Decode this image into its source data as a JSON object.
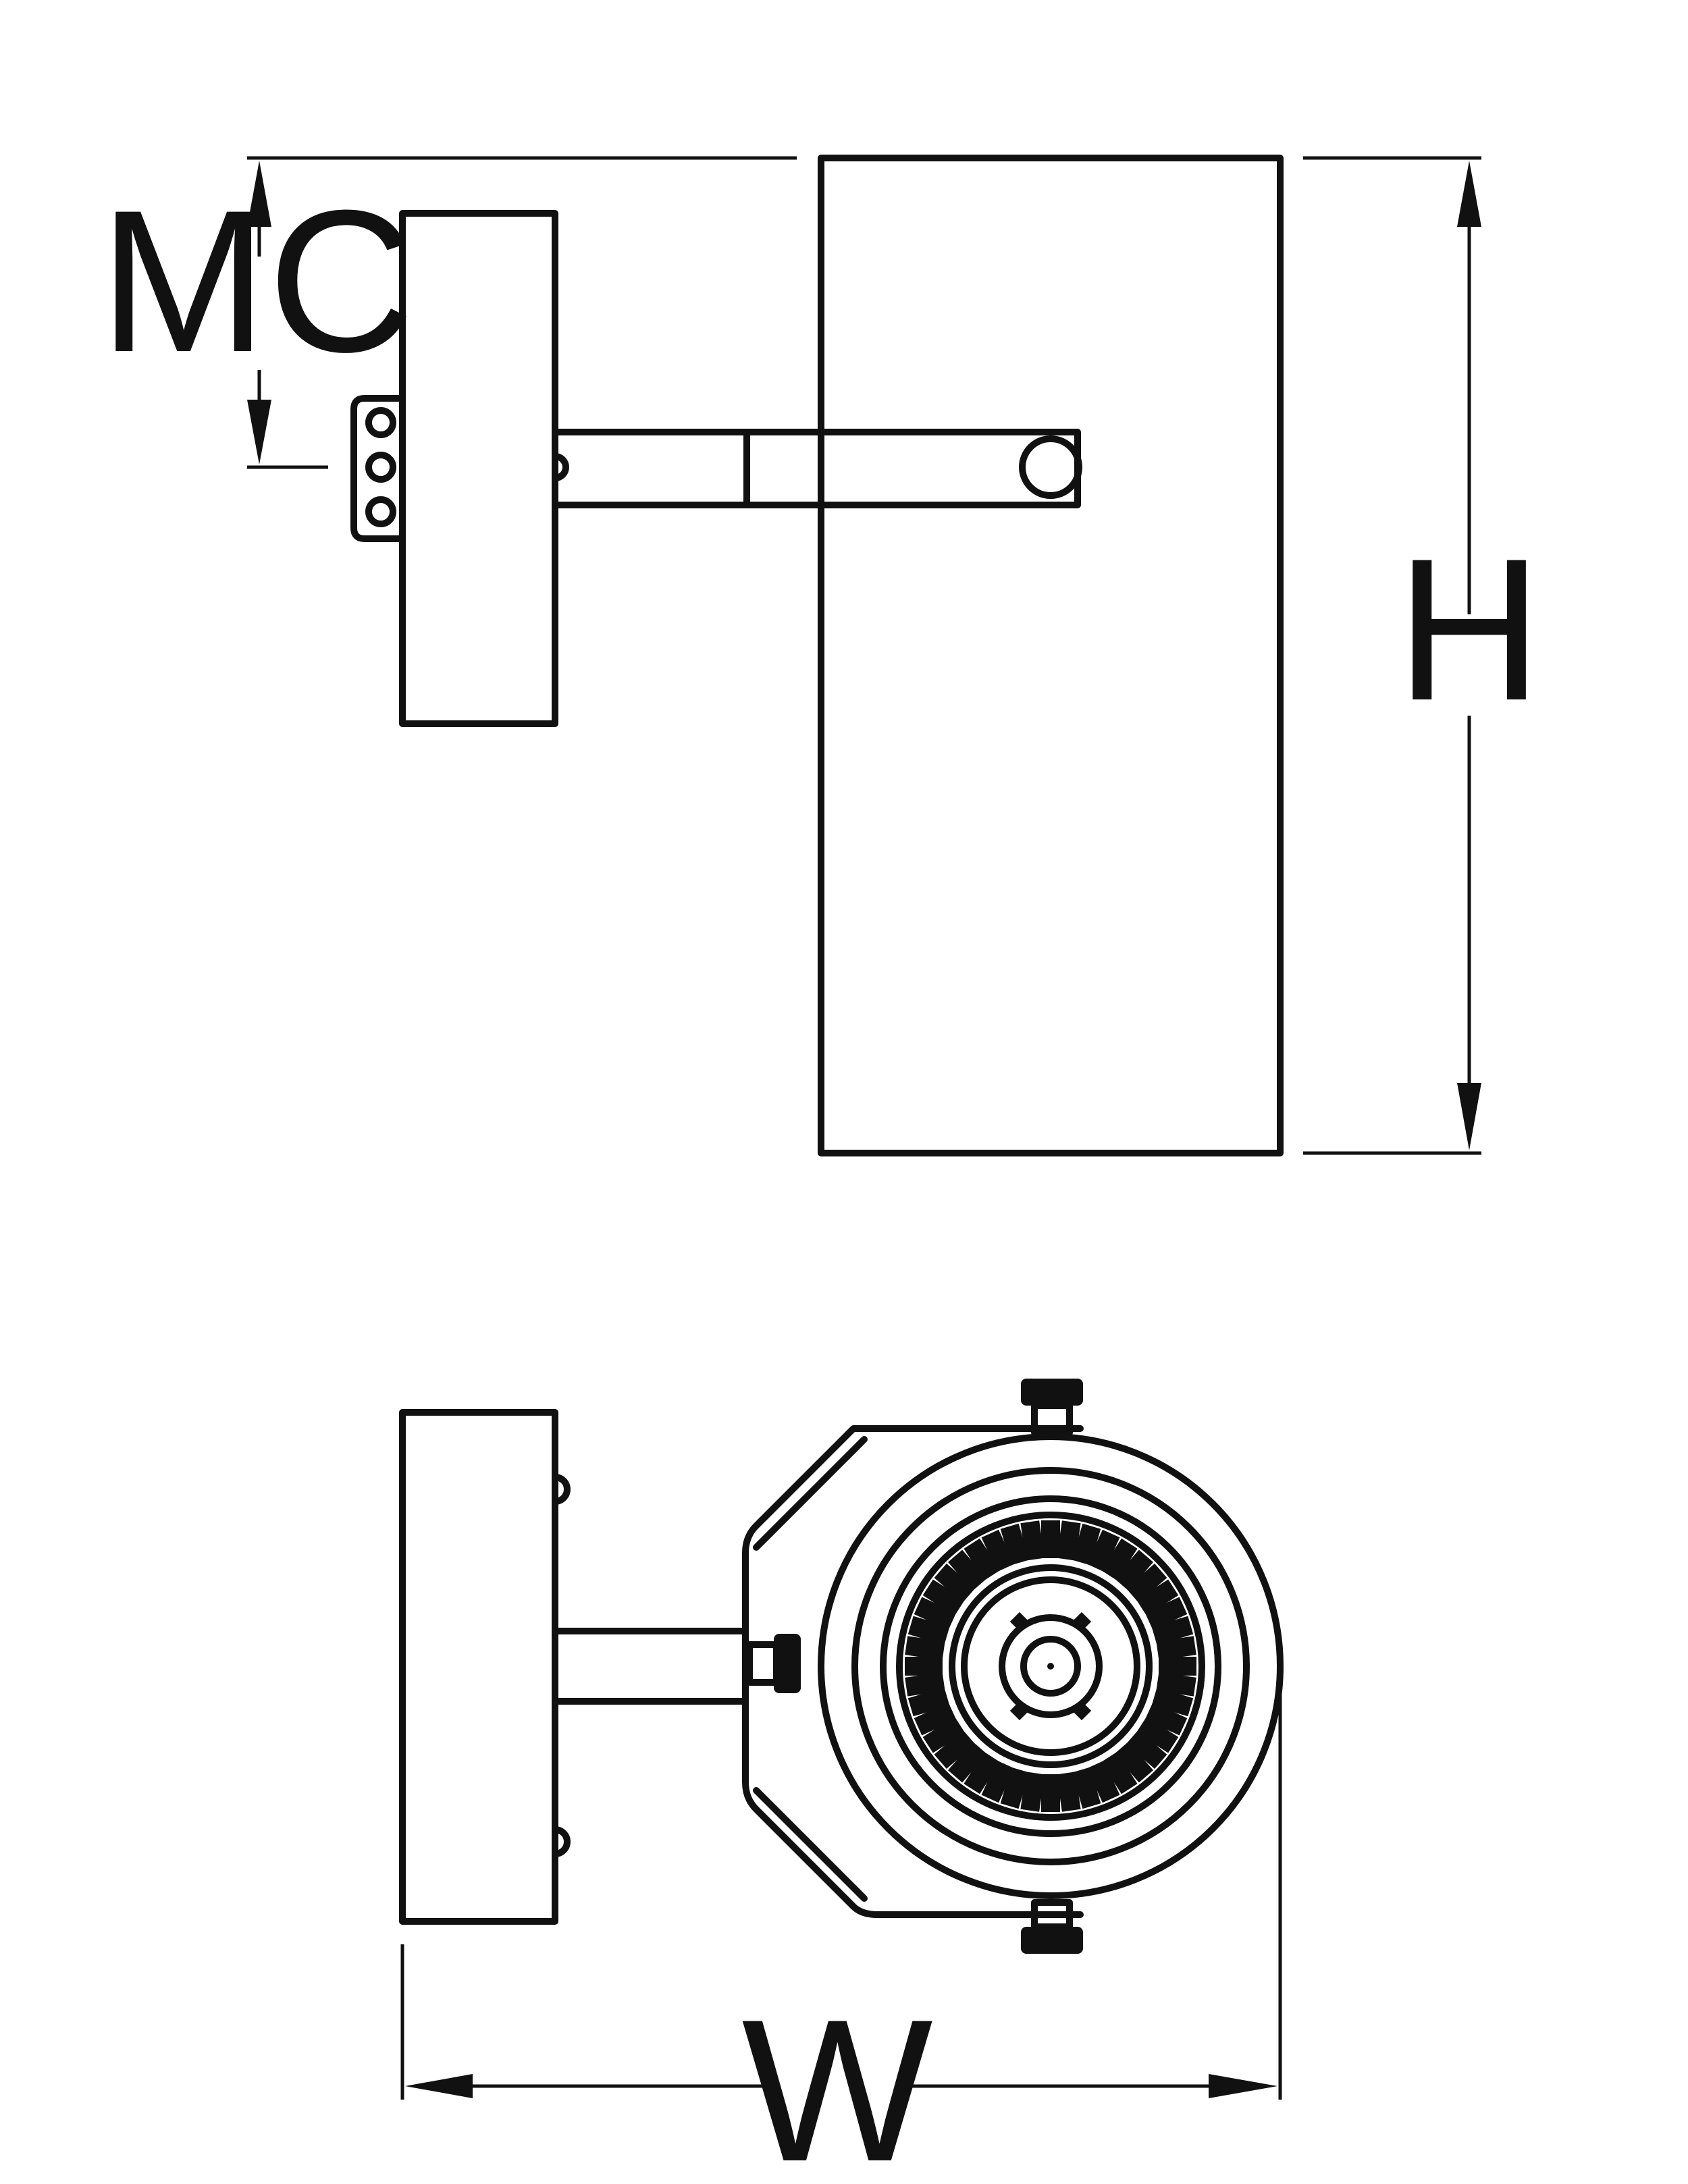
{
  "labels": {
    "mc": "MC",
    "h": "H",
    "w": "W"
  },
  "colors": {
    "line": "#111111",
    "background": "#ffffff"
  }
}
